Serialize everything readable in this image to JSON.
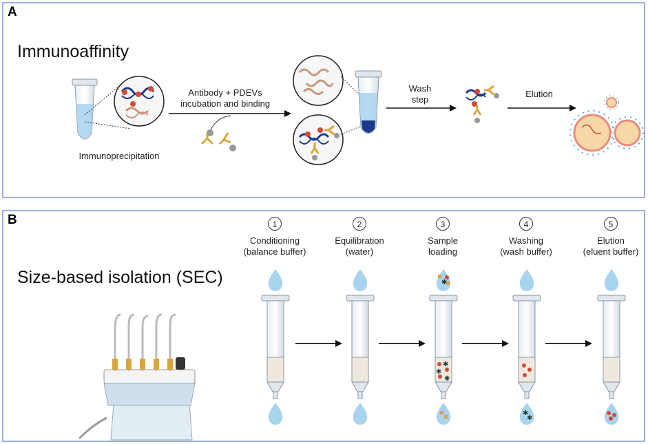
{
  "panel_a": {
    "label": "A",
    "title": "Immunoaffinity",
    "step_labels": {
      "immunoprecipitation": "Immunoprecipitation",
      "incubation_line1": "Antibody + PDEVs",
      "incubation_line2": "incubation and binding",
      "wash_line1": "Wash",
      "wash_line2": "step",
      "elution": "Elution"
    }
  },
  "panel_b": {
    "label": "B",
    "title": "Size-based isolation (SEC)",
    "steps": [
      {
        "number": "1",
        "line1": "Conditioning",
        "line2": "(balance buffer)"
      },
      {
        "number": "2",
        "line1": "Equilibration",
        "line2": "(water)"
      },
      {
        "number": "3",
        "line1": "Sample",
        "line2": "loading"
      },
      {
        "number": "4",
        "line1": "Washing",
        "line2": "(wash buffer)"
      },
      {
        "number": "5",
        "line1": "Elution",
        "line2": "(eluent buffer)"
      }
    ]
  },
  "colors": {
    "panel_border": "#9fb0d8",
    "drop_blue": "#a8d4ef",
    "dna_blue": "#1a3a8c",
    "dna_tan": "#c79a7e",
    "antibody_gold": "#d9a53b",
    "vesicle_red": "#d04a3a"
  }
}
